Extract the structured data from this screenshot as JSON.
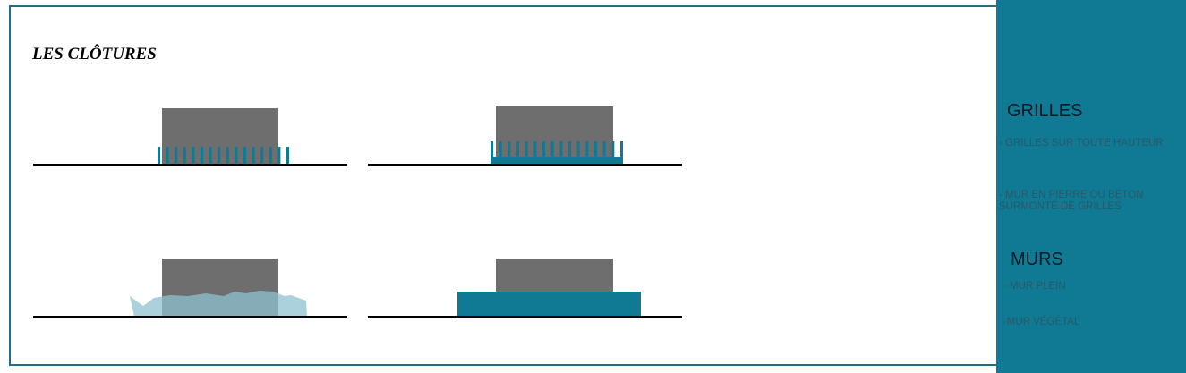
{
  "title": "LES CLÔTURES",
  "panel": {
    "grilles_heading": "GRILLES",
    "grilles_items": [
      "- GRILLES SUR TOUTE HAUTEUR",
      "- MUR EN PIERRE OU BÉTON SURMONTÉ DE GRILLES"
    ],
    "murs_heading": "MURS",
    "murs_items": [
      "- MUR PLEIN",
      "-MUR VÉGÉTAL"
    ]
  },
  "colors": {
    "accent": "#107a94",
    "building": "#6e6e6e",
    "hedge": "#8fc3d0",
    "ground": "#000000"
  }
}
